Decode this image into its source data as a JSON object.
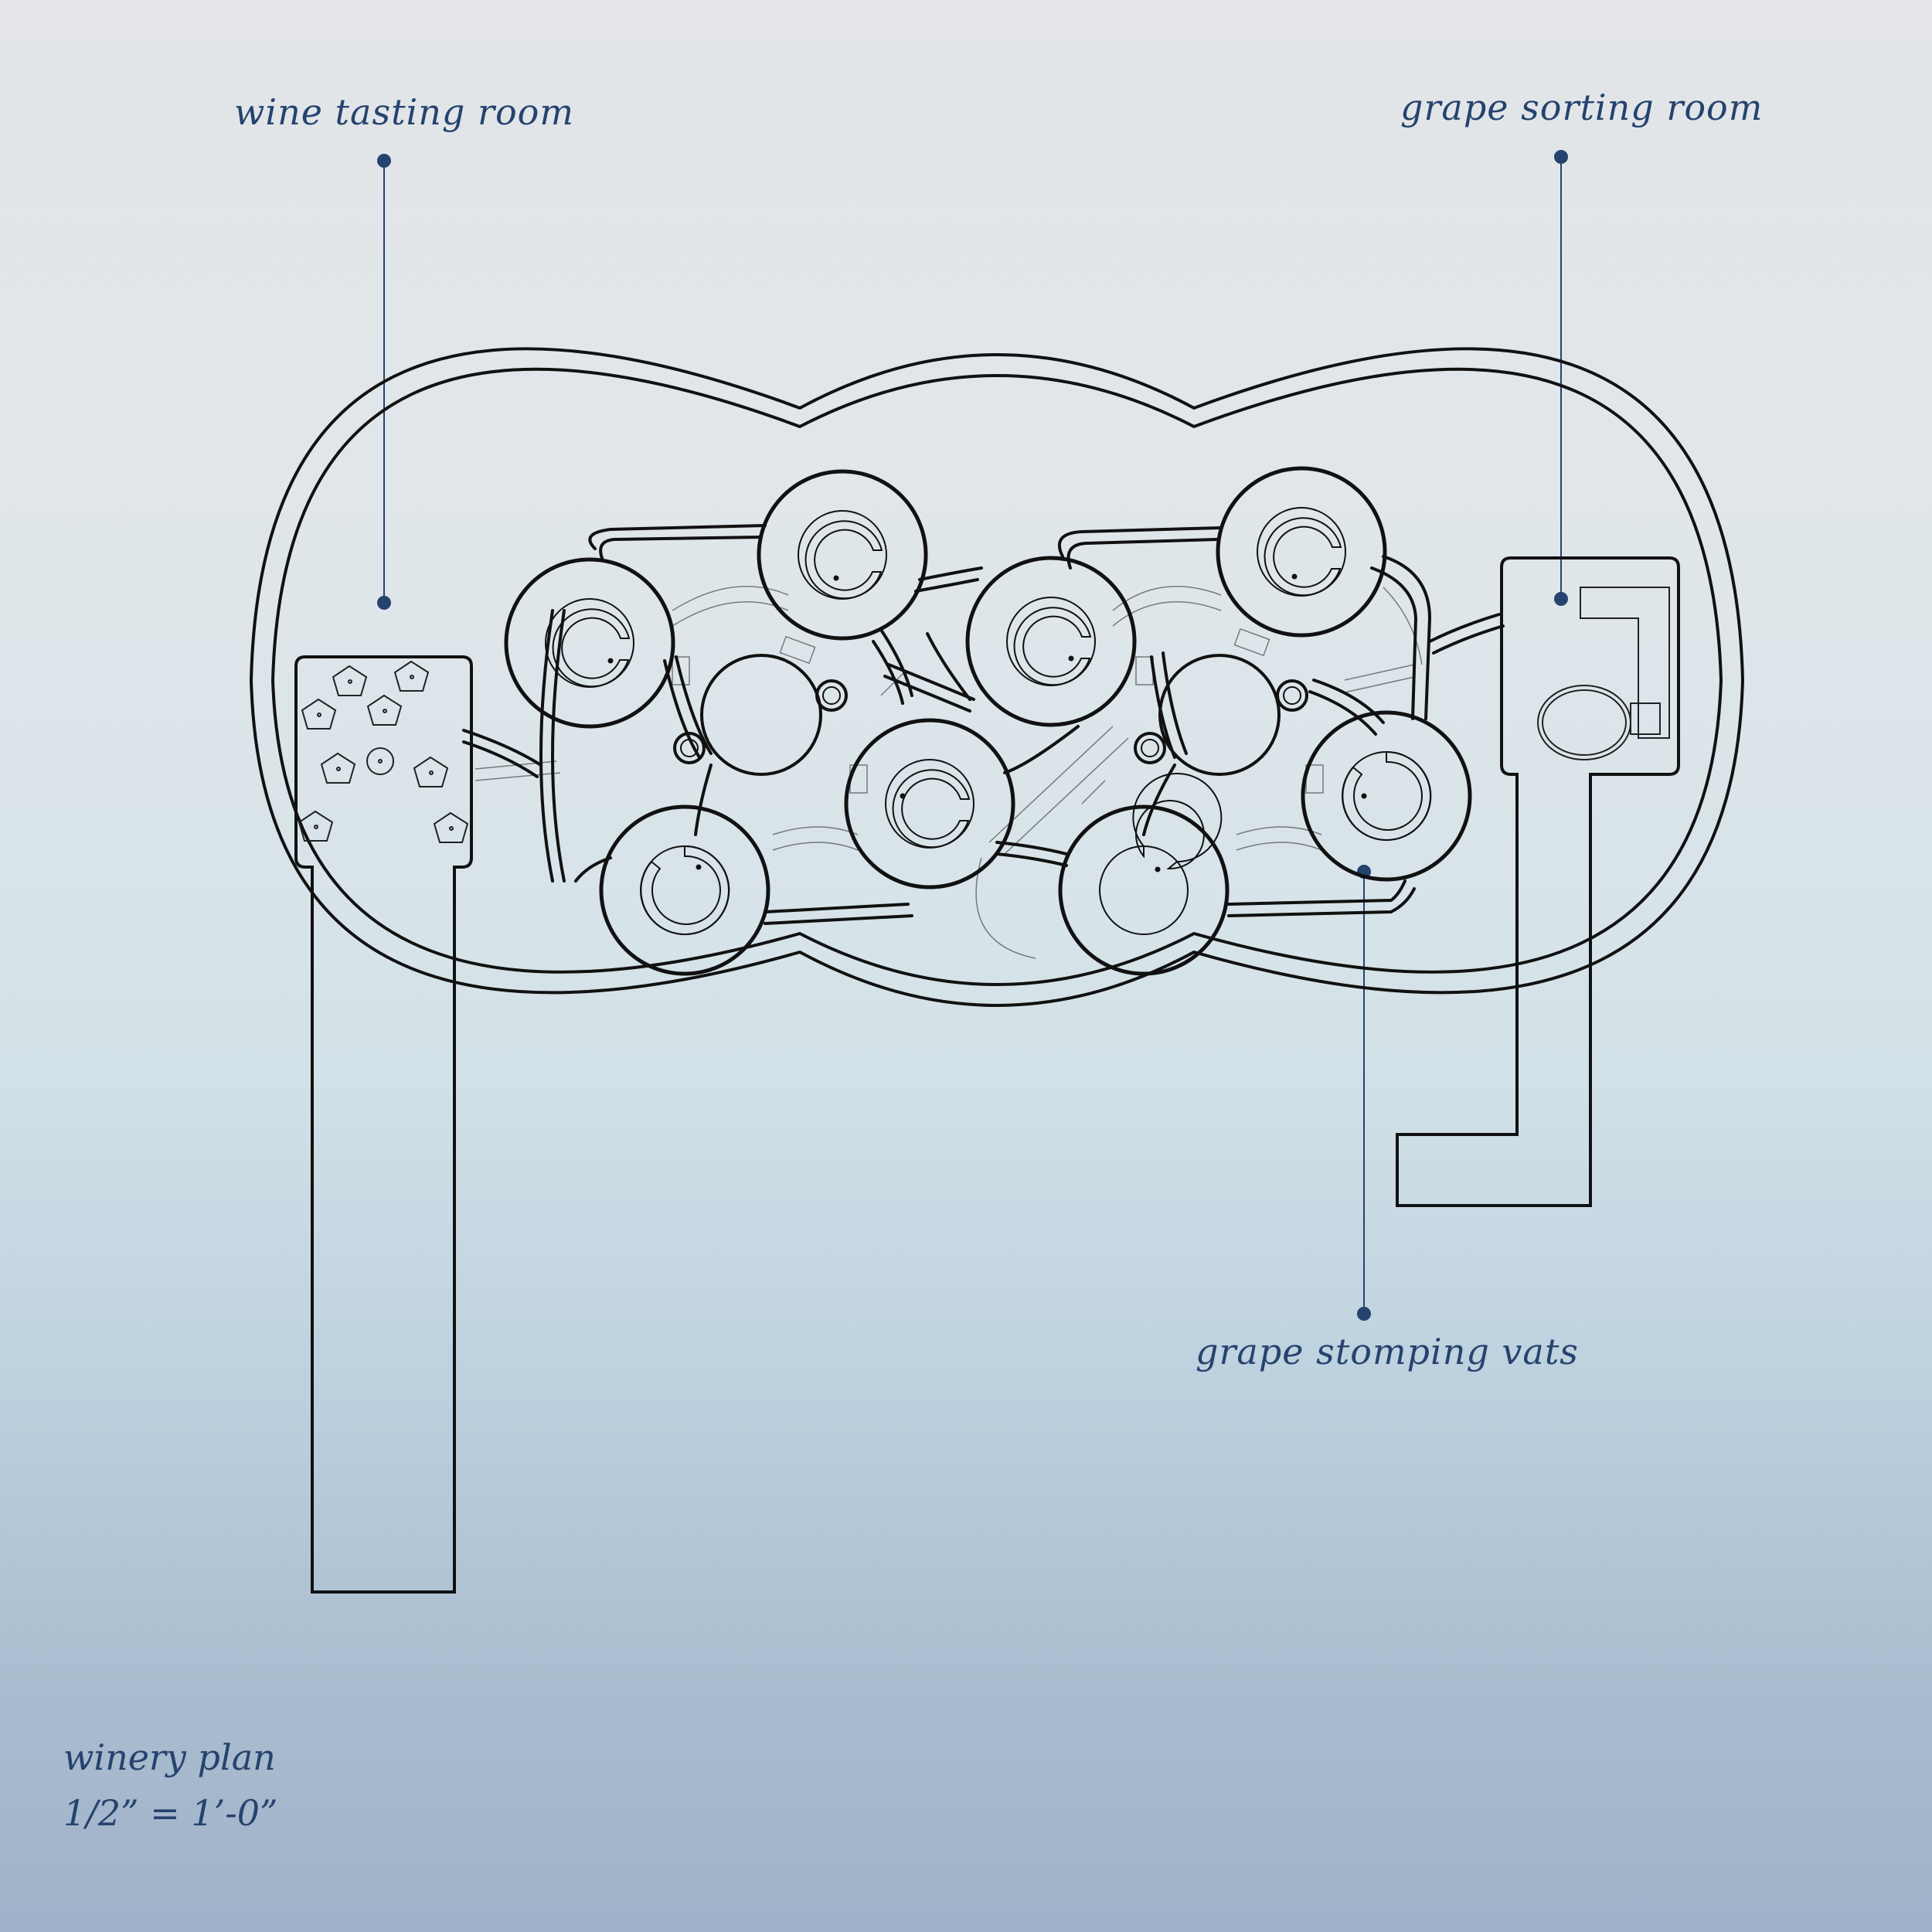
{
  "labels": {
    "tasting": "wine tasting room",
    "sorting": "grape sorting room",
    "vats": "grape stomping vats"
  },
  "caption": {
    "title": "winery plan",
    "scale": "1/2” = 1’-0”"
  },
  "colors": {
    "ink": "#111111",
    "annotation": "#25436e"
  }
}
